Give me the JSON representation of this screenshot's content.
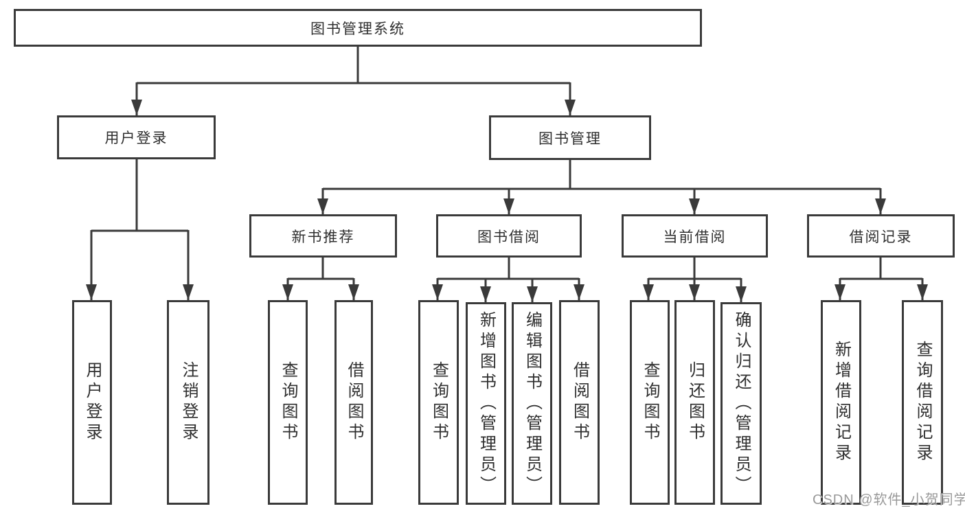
{
  "diagram": {
    "type": "function-structure-tree",
    "colors": {
      "line": "#3a3a3a",
      "box_border": "#3a3a3a",
      "text": "#2f2f2f",
      "background": "#ffffff",
      "watermark": "#999999"
    },
    "nodes": {
      "root": "图书管理系统",
      "user_login": "用户登录",
      "book_mgmt": "图书管理",
      "new_books": "新书推荐",
      "book_borrow": "图书借阅",
      "current_borrow": "当前借阅",
      "borrow_records": "借阅记录",
      "leaf_user_login": "用户登录",
      "leaf_logout": "注销登录",
      "nb_query_books": "查询图书",
      "nb_borrow_books": "借阅图书",
      "bb_query_books": "查询图书",
      "bb_add_books": "新增图书（管理员）",
      "bb_edit_books": "编辑图书（管理员）",
      "bb_borrow_books": "借阅图书",
      "cb_query_books": "查询图书",
      "cb_return_books": "归还图书",
      "cb_confirm_return": "确认归还（管理员）",
      "br_add_record": "新增借阅记录",
      "br_query_record": "查询借阅记录"
    },
    "hierarchy": {
      "图书管理系统": {
        "用户登录": [
          "用户登录",
          "注销登录"
        ],
        "图书管理": {
          "新书推荐": [
            "查询图书",
            "借阅图书"
          ],
          "图书借阅": [
            "查询图书",
            "新增图书（管理员）",
            "编辑图书（管理员）",
            "借阅图书"
          ],
          "当前借阅": [
            "查询图书",
            "归还图书",
            "确认归还（管理员）"
          ],
          "借阅记录": [
            "新增借阅记录",
            "查询借阅记录"
          ]
        }
      }
    },
    "watermark": "CSDN @软件_小贺同学"
  }
}
